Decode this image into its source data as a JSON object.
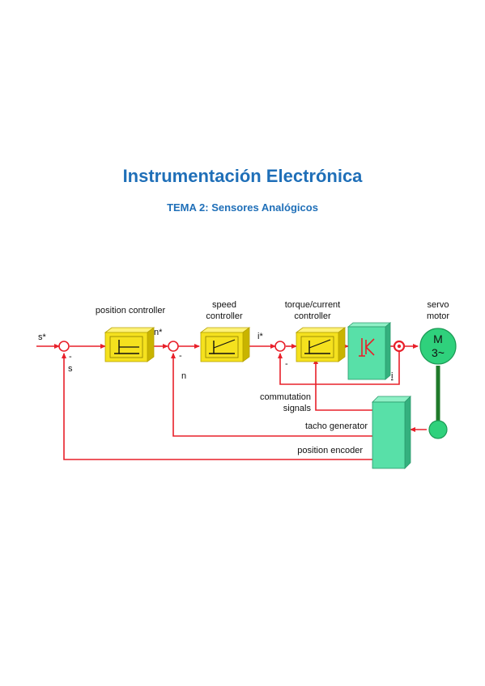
{
  "document": {
    "title": "Instrumentación Electrónica",
    "subtitle": "TEMA 2: Sensores Analógicos"
  },
  "diagram": {
    "labels": {
      "position_controller": "position controller",
      "speed_controller_1": "speed",
      "speed_controller_2": "controller",
      "torque_controller_1": "torque/current",
      "torque_controller_2": "controller",
      "servo_motor_1": "servo",
      "servo_motor_2": "motor",
      "motor_m": "M",
      "motor_phase": "3~",
      "s_star": "s*",
      "s": "s",
      "n_star": "n*",
      "n": "n",
      "i_star": "i*",
      "i": "i",
      "minus_1": "-",
      "minus_2": "-",
      "minus_3": "-",
      "commutation_1": "commutation",
      "commutation_2": "signals",
      "tacho_generator": "tacho generator",
      "position_encoder": "position encoder"
    },
    "colors": {
      "signal_line": "#e8202a",
      "controller_block": "#f5e11e",
      "converter_block": "#58e0a8",
      "motor": "#2fd17c",
      "shaft": "#1f7a2a",
      "title": "#1f6fb8"
    }
  }
}
